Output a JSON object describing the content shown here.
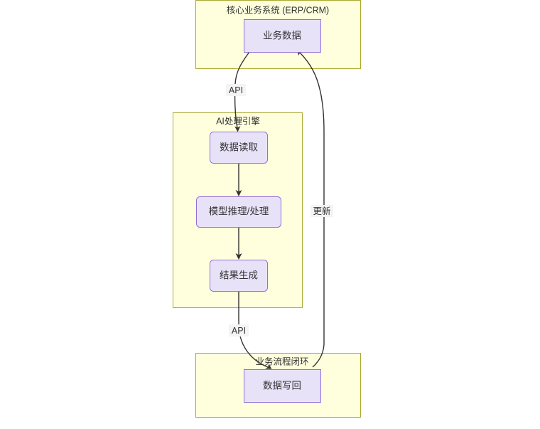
{
  "diagram": {
    "type": "flowchart",
    "direction": "top-to-bottom",
    "background_color": "#ffffff",
    "cluster_fill": "#ffffde",
    "cluster_stroke": "#aaaa33",
    "node_fill": "#e8e2f8",
    "node_stroke": "#9370db",
    "edge_color": "#333333",
    "edge_label_bg": "#f4f4f4",
    "clusters": [
      {
        "id": "core-business-system",
        "label": "核心业务系统 (ERP/CRM)"
      },
      {
        "id": "ai-processing-engine",
        "label": "AI处理引擎"
      },
      {
        "id": "business-process-loop",
        "label": "业务流程闭环"
      }
    ],
    "nodes": [
      {
        "id": "business-data",
        "label": "业务数据",
        "shape": "rect",
        "cluster": "core-business-system"
      },
      {
        "id": "data-read",
        "label": "数据读取",
        "shape": "rounded-rect",
        "cluster": "ai-processing-engine"
      },
      {
        "id": "model-inference",
        "label": "模型推理/处理",
        "shape": "rounded-rect",
        "cluster": "ai-processing-engine"
      },
      {
        "id": "result-generation",
        "label": "结果生成",
        "shape": "rounded-rect",
        "cluster": "ai-processing-engine"
      },
      {
        "id": "data-writeback",
        "label": "数据写回",
        "shape": "rect",
        "cluster": "business-process-loop"
      }
    ],
    "edges": [
      {
        "id": "edge-business-data-to-data-read",
        "from": "business-data",
        "to": "data-read",
        "label": "API"
      },
      {
        "id": "edge-data-read-to-model-inference",
        "from": "data-read",
        "to": "model-inference",
        "label": ""
      },
      {
        "id": "edge-model-inference-to-result-generation",
        "from": "model-inference",
        "to": "result-generation",
        "label": ""
      },
      {
        "id": "edge-result-generation-to-data-writeback",
        "from": "result-generation",
        "to": "data-writeback",
        "label": "API"
      },
      {
        "id": "edge-data-writeback-to-business-data",
        "from": "data-writeback",
        "to": "business-data",
        "label": "更新"
      }
    ]
  }
}
